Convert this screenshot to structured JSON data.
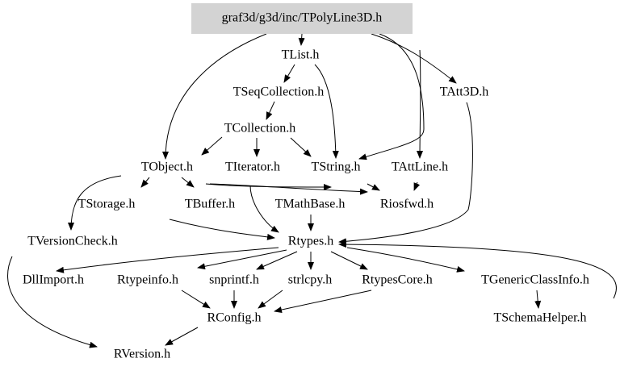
{
  "root": "graf3d/g3d/inc/TPolyLine3D.h",
  "nodes": {
    "TList": "TList.h",
    "TSeqCollection": "TSeqCollection.h",
    "TAtt3D": "TAtt3D.h",
    "TCollection": "TCollection.h",
    "TObject": "TObject.h",
    "TIterator": "TIterator.h",
    "TString": "TString.h",
    "TAttLine": "TAttLine.h",
    "TStorage": "TStorage.h",
    "TBuffer": "TBuffer.h",
    "TMathBase": "TMathBase.h",
    "Riosfwd": "Riosfwd.h",
    "TVersionCheck": "TVersionCheck.h",
    "Rtypes": "Rtypes.h",
    "DllImport": "DllImport.h",
    "Rtypeinfo": "Rtypeinfo.h",
    "snprintf": "snprintf.h",
    "strlcpy": "strlcpy.h",
    "RtypesCore": "RtypesCore.h",
    "TGenericClassInfo": "TGenericClassInfo.h",
    "RConfig": "RConfig.h",
    "TSchemaHelper": "TSchemaHelper.h",
    "RVersion": "RVersion.h"
  },
  "colors": {
    "root_fill": "#d3d3d3"
  }
}
